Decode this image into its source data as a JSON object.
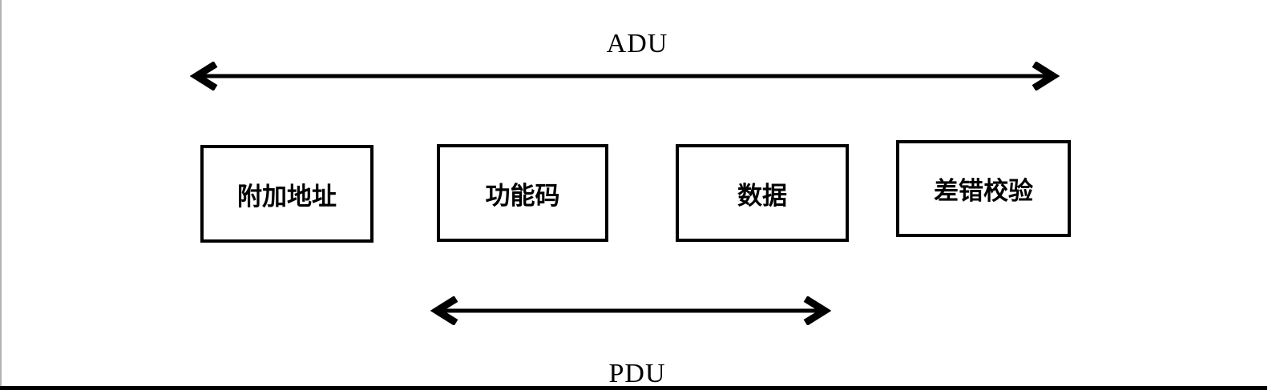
{
  "figure": {
    "top_span_label": "ADU",
    "bottom_span_label": "PDU",
    "boxes": [
      {
        "label": "附加地址"
      },
      {
        "label": "功能码"
      },
      {
        "label": "数据"
      },
      {
        "label": "差错校验"
      }
    ],
    "colors": {
      "stroke": "#000000",
      "box_border": "#000000",
      "box_background": "#ffffff",
      "page_background": "#ffffff",
      "page_edge_gray": "#b3b3b3"
    }
  }
}
